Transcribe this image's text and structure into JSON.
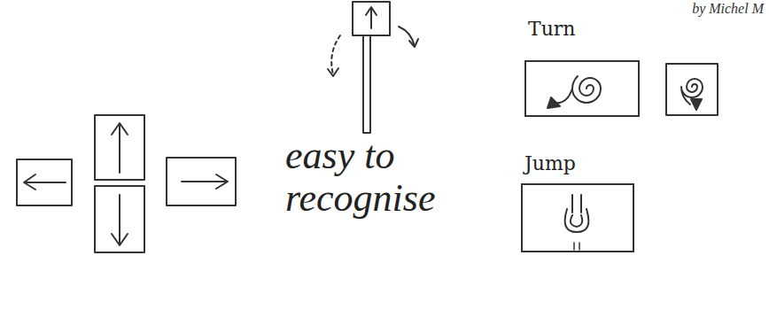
{
  "diagram": {
    "nodes": [
      {
        "text": [
          "Turn"
        ]
      },
      {
        "text": [
          "Jump"
        ]
      }
    ],
    "labels": [
      "easy to recognise",
      "by Michel M"
    ]
  }
}
